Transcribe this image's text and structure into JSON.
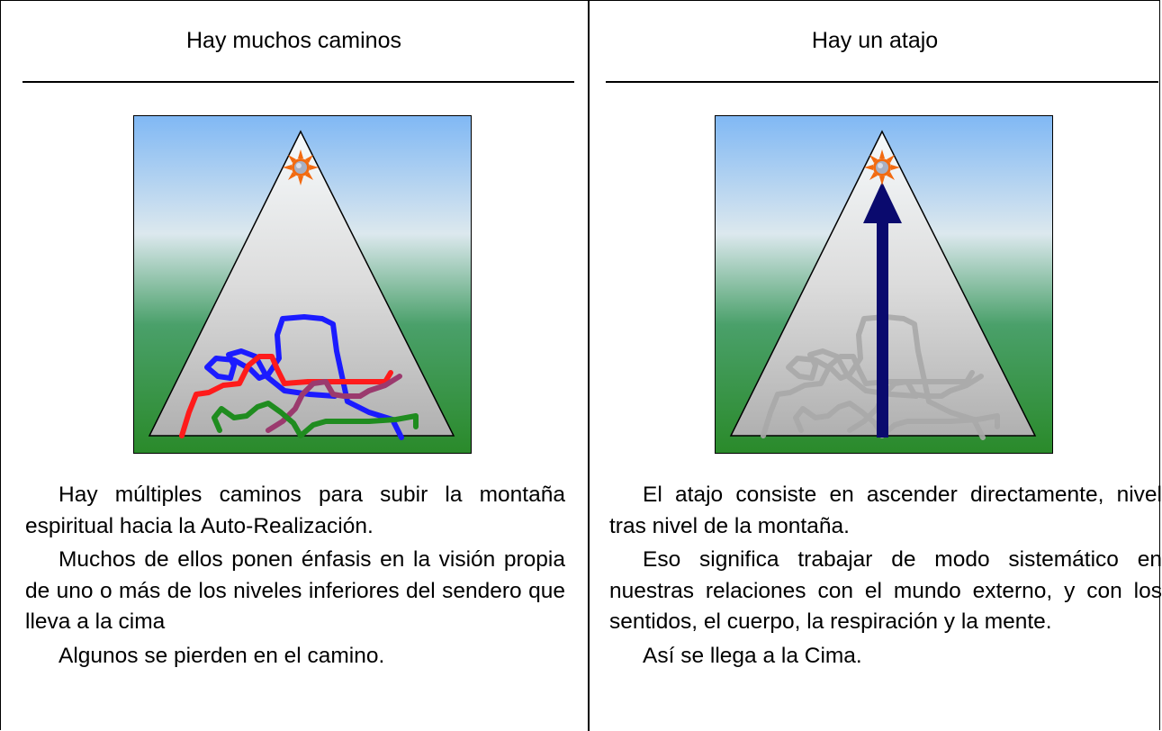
{
  "panels": [
    {
      "heading": "Hay muchos caminos",
      "paragraphs": [
        "Hay múltiples caminos para subir la montaña espiritual hacia la Auto-Realización.",
        "Muchos de ellos ponen énfasis en la visión propia de uno o más de los niveles inferiores del sendero que lleva a la cima",
        "Algunos se pierden en el camino."
      ],
      "illustration": {
        "paths": [
          "blue",
          "red",
          "purple",
          "green"
        ],
        "path_colors": [
          "#1b1bff",
          "#ff1b1b",
          "#9b3a6e",
          "#1f8c1f"
        ]
      }
    },
    {
      "heading": "Hay un atajo",
      "paragraphs": [
        "El atajo consiste en ascender directamente, nivel tras nivel de la montaña.",
        "Eso significa trabajar de modo sistemático en nuestras relaciones con el mundo externo, y con los sentidos, el cuerpo, la respiración y la mente.",
        "Así se llega a la Cima."
      ],
      "illustration": {
        "paths": [
          "gray",
          "gray",
          "gray",
          "gray"
        ],
        "path_colors": [
          "#a9a9a9",
          "#a9a9a9",
          "#a9a9a9",
          "#a9a9a9"
        ],
        "arrow_color": "#0a0a6e"
      }
    }
  ],
  "colors": {
    "sky_top": "#80b8f4",
    "sky_mid": "#dce8ee",
    "ground": "#2a8a2a",
    "mountain_top": "#f2f6f8",
    "mountain_bottom": "#b6b6b6",
    "sun": "#f26a10"
  }
}
